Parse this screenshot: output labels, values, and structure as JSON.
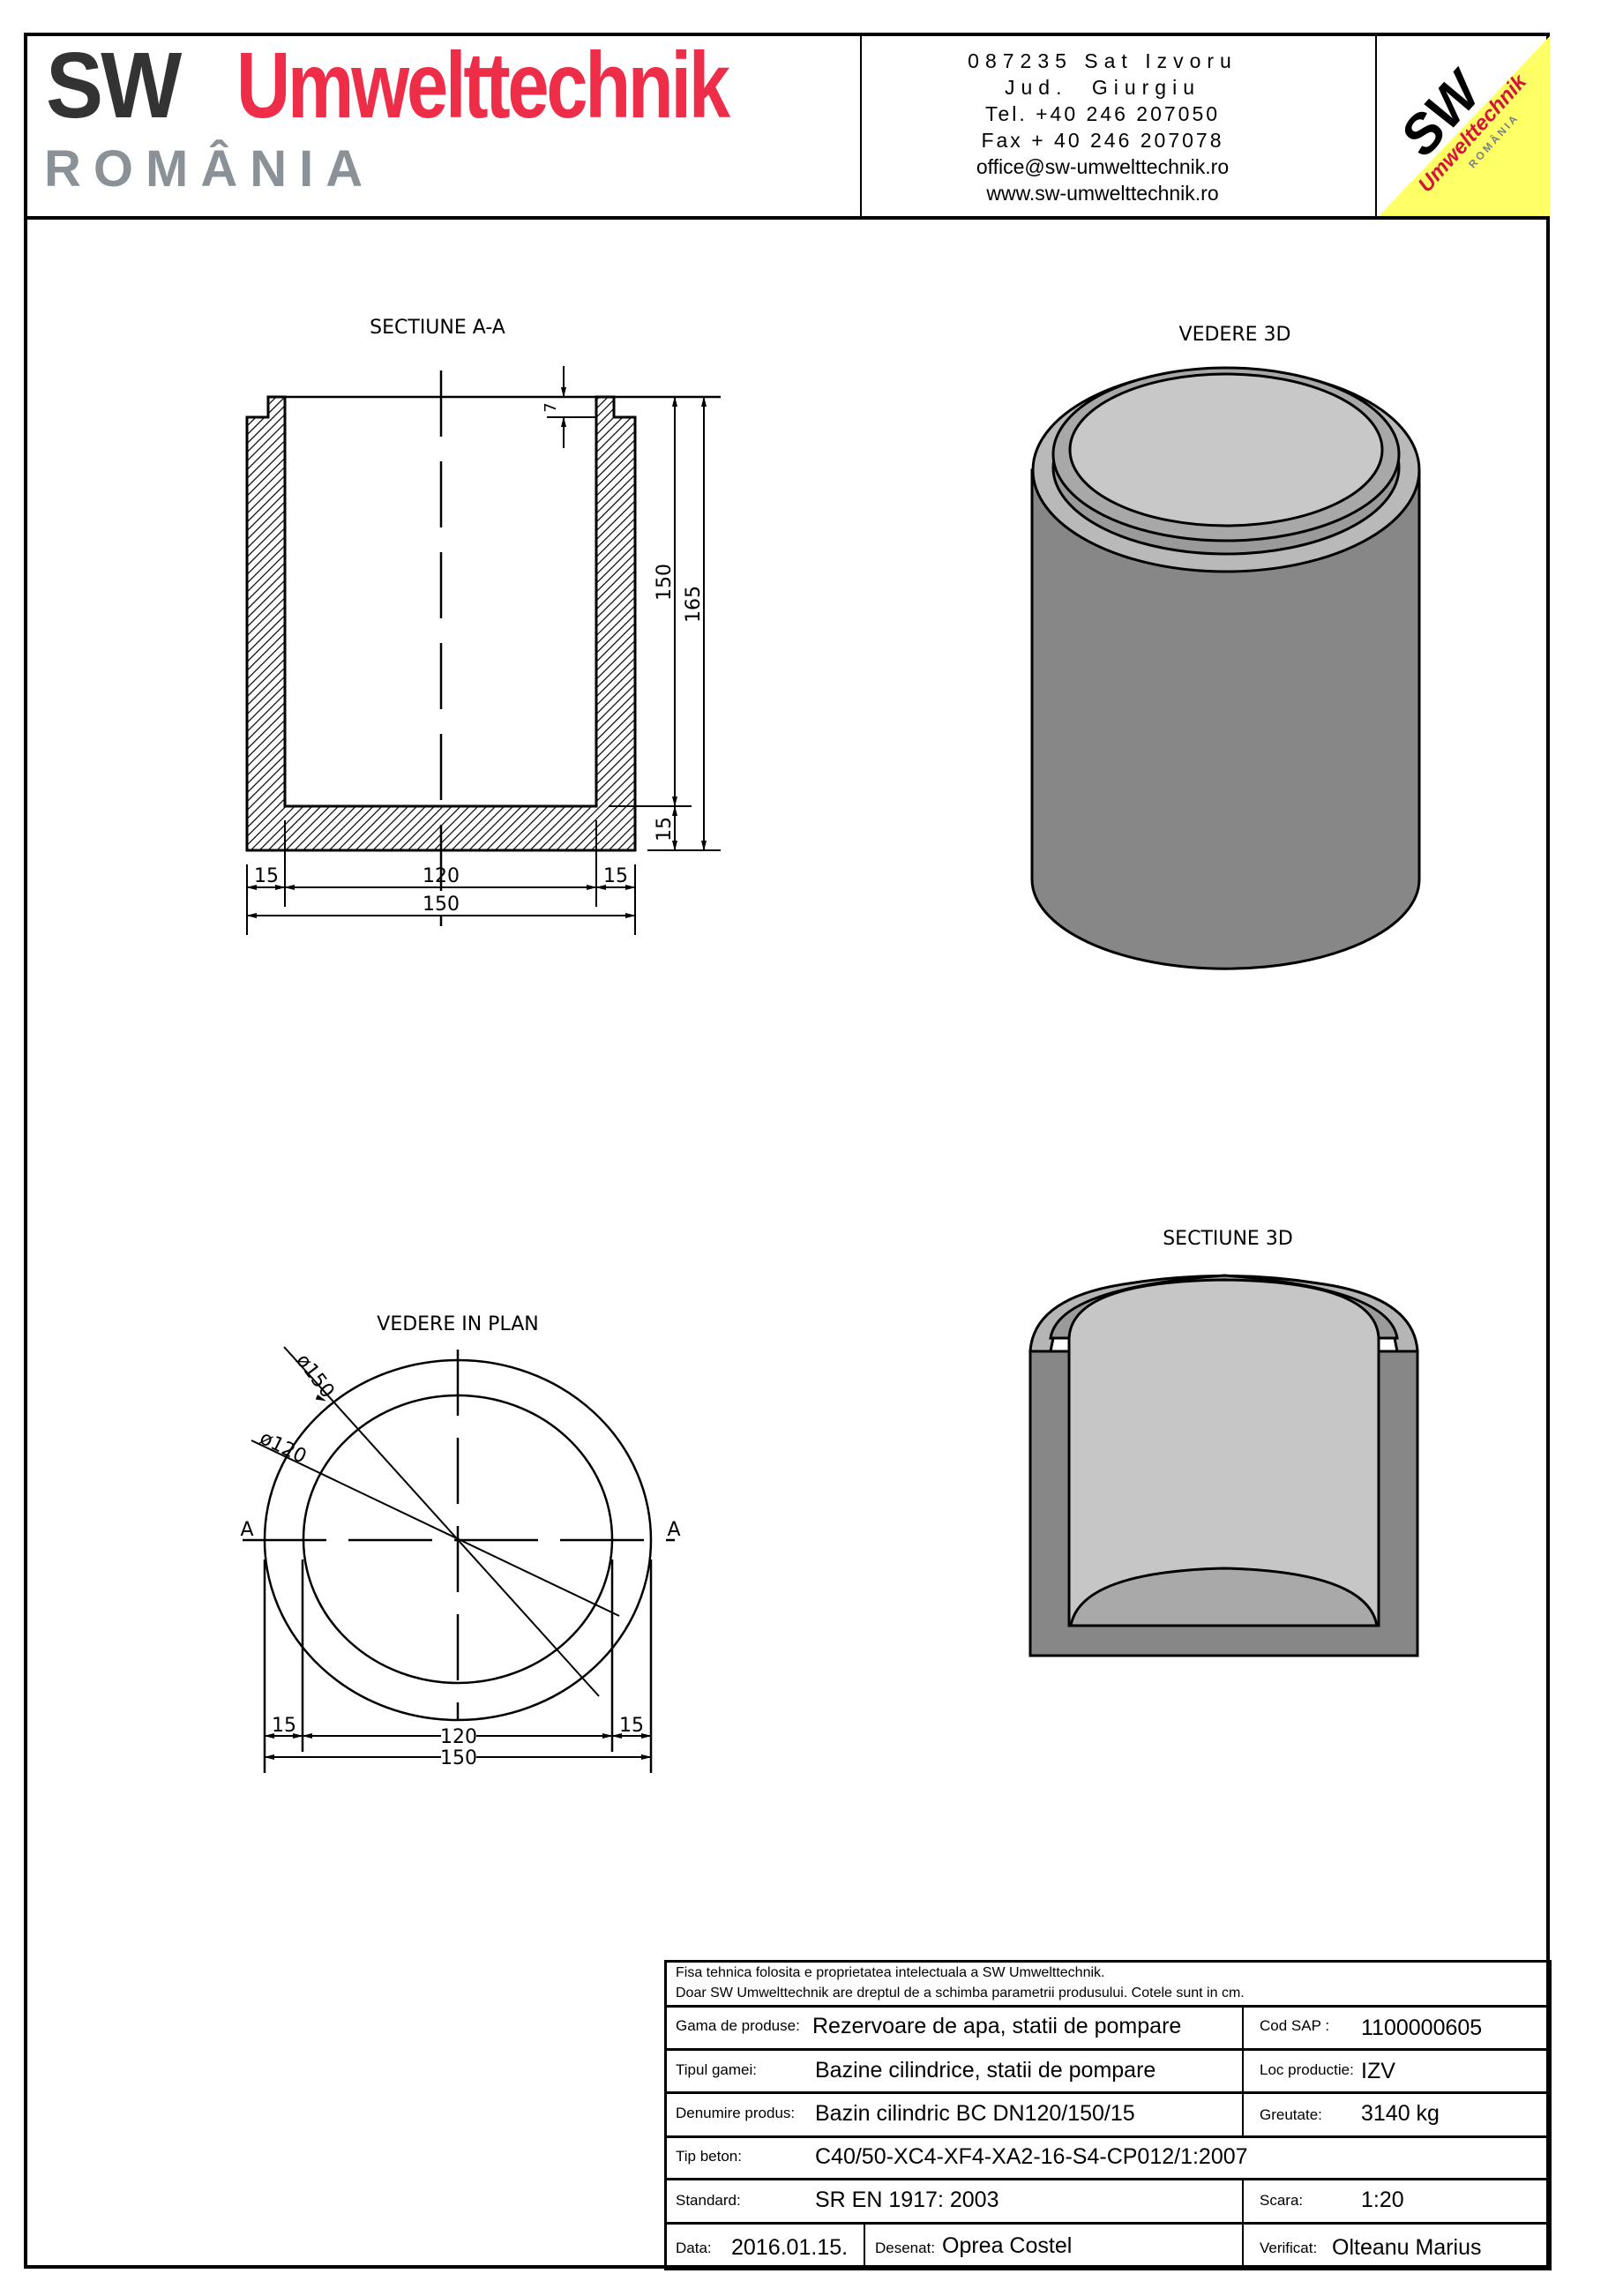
{
  "header": {
    "brand": {
      "sw": "SW",
      "name": "Umwelttechnik",
      "country": "ROMÂNIA"
    },
    "contact": {
      "address": "087235 Sat Izvoru",
      "county": "Jud.  Giurgiu",
      "tel": "Tel. +40 246 207050",
      "fax": "Fax + 40 246 207078",
      "email": "office@sw-umwelttechnik.ro",
      "web": "www.sw-umwelttechnik.ro"
    },
    "logo": {
      "sw": "SW",
      "name": "Umwelttechnik",
      "country": "ROMÂNIA",
      "yellow": "#ffff66",
      "red": "#d4143c"
    }
  },
  "views": {
    "section_aa": {
      "title": "SECTIUNE   A-A",
      "dims": {
        "rim_height": "7",
        "inner_height": "150",
        "total_height": "165",
        "floor": "15",
        "wall_left": "15",
        "inner_width": "120",
        "wall_right": "15",
        "outer_width": "150"
      }
    },
    "view_3d": {
      "title": "VEDERE 3D"
    },
    "plan": {
      "title": "VEDERE IN PLAN",
      "dims": {
        "outer_diameter": "ø150",
        "inner_diameter": "ø120",
        "section_left": "A",
        "section_right": "A",
        "wall_left": "15",
        "inner_width": "120",
        "wall_right": "15",
        "outer_width": "150"
      }
    },
    "section_3d": {
      "title": "SECTIUNE 3D"
    }
  },
  "colors": {
    "concrete_dark": "#878787",
    "concrete_mid": "#a6a6a6",
    "concrete_light": "#c8c8c8",
    "brand_red": "#ee2d48",
    "brand_gray": "#8a9298"
  },
  "titleblock": {
    "note_1": "Fisa tehnica folosita e proprietatea intelectuala a SW Umwelttechnik.",
    "note_2": "Doar SW Umwelttechnik are dreptul de a schimba parametrii produsului. Cotele sunt in cm.",
    "gama_label": "Gama de produse:",
    "gama_value": "Rezervoare de apa, statii de pompare",
    "sap_label": "Cod SAP :",
    "sap_value": "1100000605",
    "tip_label": "Tipul gamei:",
    "tip_value": "Bazine cilindrice, statii de pompare",
    "loc_label": "Loc productie:",
    "loc_value": "IZV",
    "den_label": "Denumire produs:",
    "den_value": "Bazin cilindric BC DN120/150/15",
    "greutate_label": "Greutate:",
    "greutate_value": "3140 kg",
    "beton_label": "Tip beton:",
    "beton_value": "C40/50-XC4-XF4-XA2-16-S4-CP012/1:2007",
    "standard_label": "Standard:",
    "standard_value": "SR EN 1917: 2003",
    "scara_label": "Scara:",
    "scara_value": "1:20",
    "data_label": "Data:",
    "data_value": "2016.01.15.",
    "desenat_label": "Desenat:",
    "desenat_value": "Oprea Costel",
    "verificat_label": "Verificat:",
    "verificat_value": "Olteanu Marius"
  }
}
